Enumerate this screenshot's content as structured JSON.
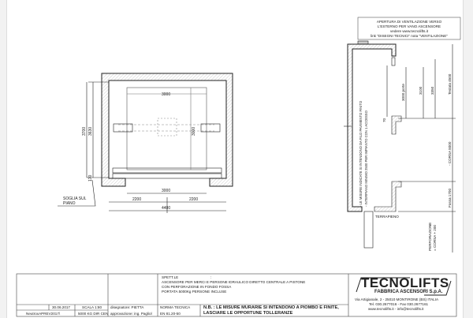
{
  "plan": {
    "dim_car_width_top": "3000",
    "dim_car_depth": "3000",
    "dim_door_width": "3000",
    "dim_left": "2200",
    "dim_right": "2200",
    "dim_total_width": "4400",
    "dim_shaft_depth": "3700",
    "dim_inner_depth": "3630",
    "dim_sill": "170",
    "sill_label_1": "SOGLIA SUL",
    "sill_label_2": "PIANO"
  },
  "section": {
    "vent_note": [
      "APERTURA DI VENTILAZIONE VERSO",
      "L'ESTERNO PER VANO ASCENSORE",
      "vedere www.tecnolifts.it",
      "link \"DISEGNI TECNICI\" nota \"VENTILAZIONE\""
    ],
    "note_1": "- LE MISURE INDICATE SI INTENDONO DA FILO PAVIMENTO FINITO",
    "note_2": "- INTERPIANO MINIMO 2500 PER IMPIANTO CON 1 ACCESSO",
    "dim_door": "3000 porte",
    "dim_3100": "3100",
    "dim_3350": "3350",
    "dim_headroom": "Testata 4500",
    "dim_70": "70",
    "dim_travel": "- CORSA 8000",
    "dim_pit": "Fossa 1700",
    "dim_drill": "PERFORAZIONE",
    "dim_drill_2": "= CORSA + 200",
    "ground_label": "TERRAPIENO"
  },
  "title_block": {
    "client": "SPETT.LE",
    "client_sep": ":",
    "desc": [
      "ASCENSORE PER MERCI E PERSONE IDRAULICO DIRETTO CENTRALE A PISTONE",
      "CON PERFORAZIONE IN FONDO FOSSA",
      "PORTATA 5000Kg PERSONE INCLUSE"
    ],
    "date": "30.06.2017",
    "scale": "SCALA 1:80",
    "file": "NeutroxAPREV2017\\",
    "model": "5000 KG DIR CEN",
    "designer": "disegnatore: PIETTA",
    "approval": "approvazione: ing. Pagliol",
    "norm_label": "NORMA TECNICA",
    "norm_value": "EN 81.20-50",
    "note": "N.B. : LE MISURE MURARIE SI INTENDONO A PIOMBO E FINITE, LASCIARE LE OPPORTUNE TOLLERANZE",
    "logo": "TECNOLIFTS",
    "company": "FABBRICA ASCENSORI S.p.A.",
    "address": "Via Artigianale, 2 - 25010 MONTIRONE (BS) ITALIA",
    "phone": "Tel. 030.2677016 - Fax 030.2677161",
    "web": "www.tecnolifts.it - info@tecnolifts.it"
  }
}
